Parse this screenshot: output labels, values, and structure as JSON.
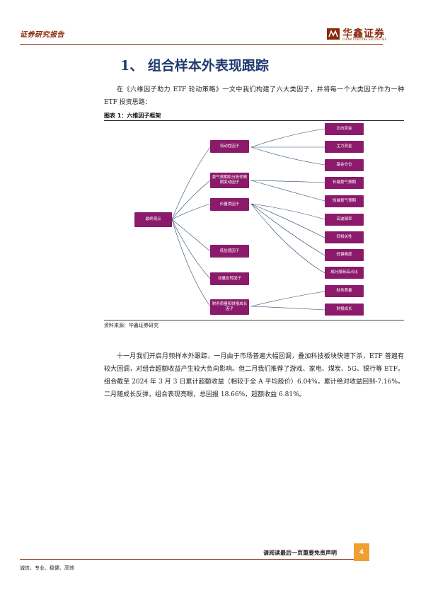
{
  "header": {
    "left_title": "证券研究报告",
    "logo_cn": "华鑫证券",
    "logo_en": "CHINA FORTUNE SECURITIES"
  },
  "section_title": "1、 组合样本外表现跟踪",
  "paragraph1": "在《六维因子助力 ETF 轮动策略》一文中我们构建了六大类因子，并将每一个大类因子作为一种 ETF 投资思路：",
  "figure": {
    "title": "图表 1：六维因子框架",
    "root": "最终观点",
    "mid": [
      "流动性因子",
      "景气预期和分析师预期变动因子",
      "价量类因子",
      "低估值因子",
      "动量反转因子",
      "财务质量和财报成长因子"
    ],
    "leaves": [
      "北向资金",
      "主力资金",
      "基金仓位",
      "长端景气预期",
      "短端景气预期",
      "高波頻率",
      "低相关性",
      "低偏离度",
      "成分股新高占比",
      "财务质量",
      "财报成长"
    ],
    "source": "资料来源：华鑫证券研究"
  },
  "paragraph2": "十一月我们开启月频样本外跟踪，一月由于市场普遍大幅回调，叠加科技板块快速下杀，ETF 普遍有较大回调，对组合超额收益产生较大负向影响。但二月我们推荐了游戏、家电、煤炭、5G、银行等 ETF。组合截至 2024 年 3 月 3 日累计超额收益（相较于全 A 平均股价）6.04%，累计绝对收益回到-7.16%。二月随成长反弹，组合表现亮眼，总回报 18.66%，超额收益 6.81%。",
  "footer": {
    "disclaimer": "请阅读最后一页重要免责声明",
    "page": "4",
    "motto": "诚信、专业、稳健、高效"
  },
  "colors": {
    "node": "#8b1a6b",
    "brand": "#8a2a0a",
    "title": "#1f3a6e",
    "page_box": "#f0a030"
  }
}
